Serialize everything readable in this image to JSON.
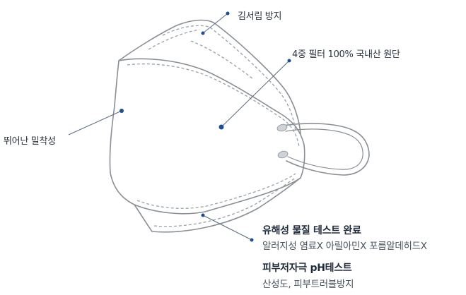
{
  "callouts": {
    "anti_fog": "김서림 방지",
    "filter": "4중 필터 100% 국내산 원단",
    "fit": "뛰어난 밀착성",
    "harmful_test_title": "유해성 물질 테스트 완료",
    "harmful_test_desc": "알러지성 염료X 아릴아민X 포름알데히드X",
    "skin_test_title": "피부저자극 pH테스트",
    "skin_test_desc": "산성도, 피부트러블방지"
  },
  "colors": {
    "accent_dot": "#1f4e8c",
    "outline": "#8a8f96",
    "seam": "#9aa0a6"
  }
}
